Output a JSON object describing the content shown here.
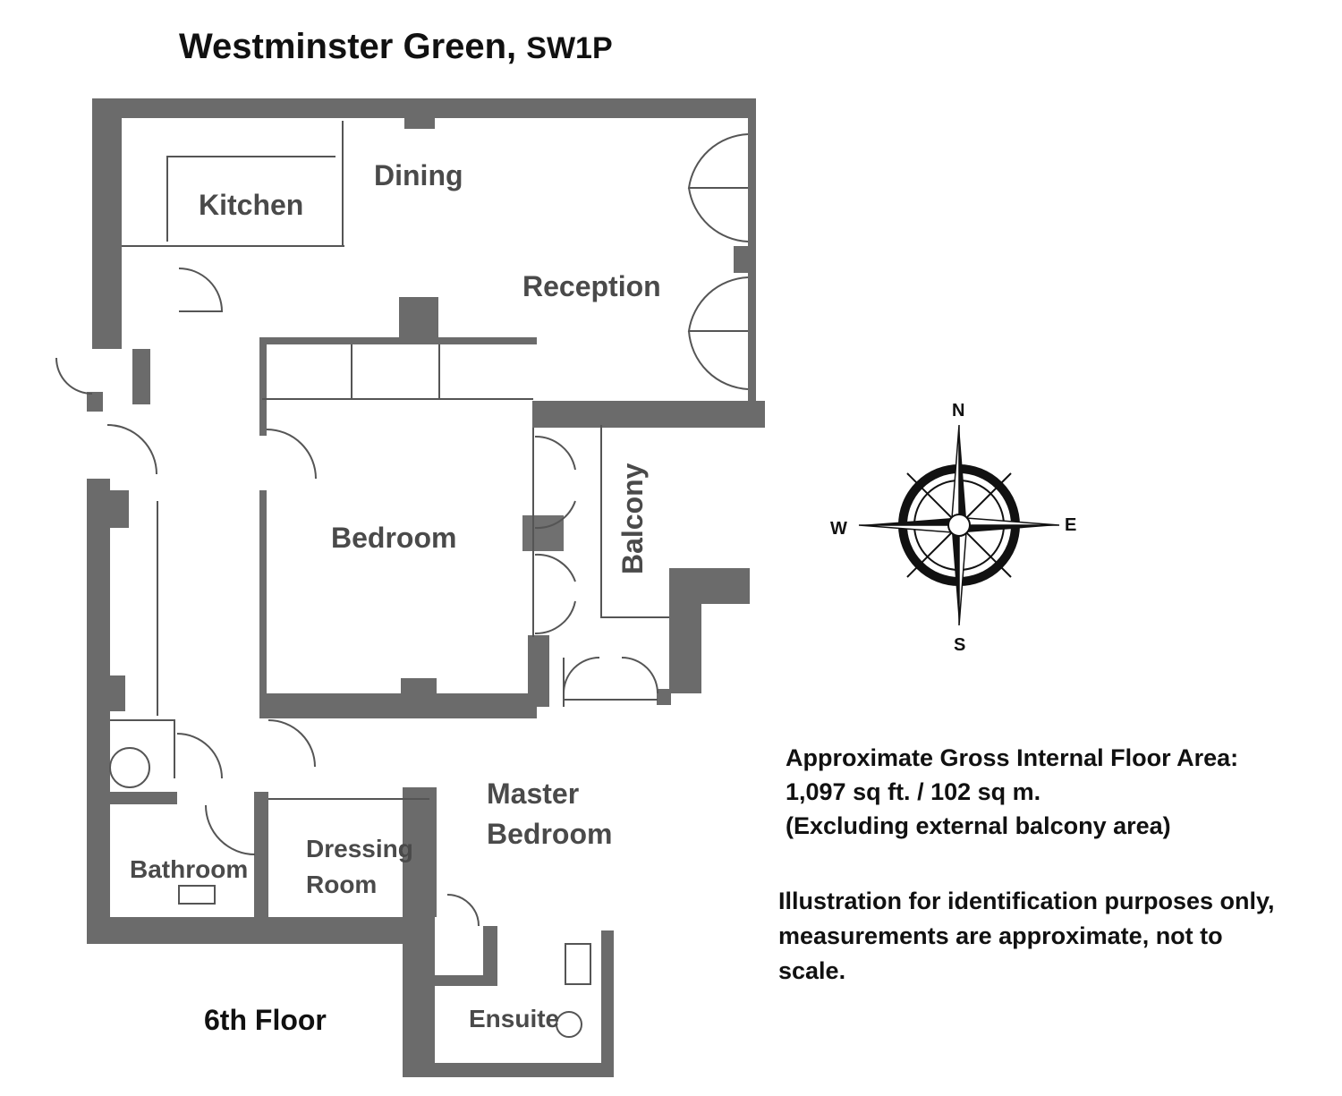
{
  "header": {
    "title": "Westminster Green, ",
    "postcode": "SW1P"
  },
  "rooms": {
    "kitchen": "Kitchen",
    "dining": "Dining",
    "reception": "Reception",
    "bedroom": "Bedroom",
    "balcony": "Balcony",
    "master_line1": "Master",
    "master_line2": "Bedroom",
    "bathroom": "Bathroom",
    "dressing_line1": "Dressing",
    "dressing_line2": "Room",
    "ensuite": "Ensuite"
  },
  "floor_label": "6th Floor",
  "area_info": {
    "line1": "Approximate Gross Internal Floor Area:",
    "line2": "1,097 sq ft. / 102 sq m.",
    "line3": "(Excluding external balcony area)"
  },
  "disclaimer": {
    "line1": "Illustration for identification purposes only,",
    "line2": "measurements are approximate, not to",
    "line3": "scale."
  },
  "compass": {
    "north": "N",
    "south": "S",
    "east": "E",
    "west": "W"
  },
  "colors": {
    "wall": "#6b6b6b",
    "line": "#555555",
    "text": "#4a4a4a"
  }
}
